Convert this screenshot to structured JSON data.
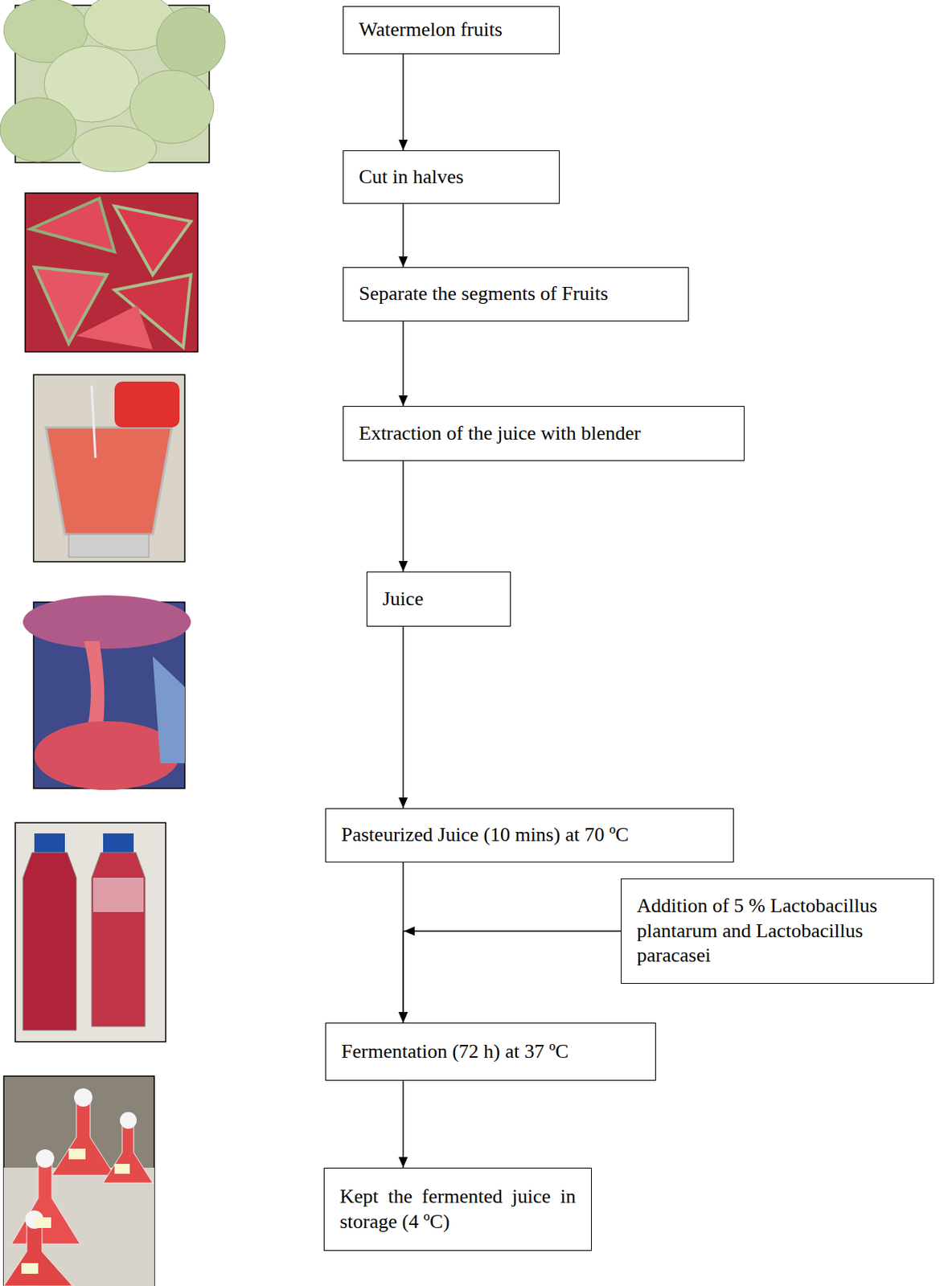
{
  "diagram": {
    "nodes": [
      {
        "text": [
          "Watermelon fruits"
        ]
      },
      {
        "text": [
          "Cut in halves"
        ]
      },
      {
        "text": [
          "Separate the segments of Fruits"
        ]
      },
      {
        "text": [
          "Extraction of the juice with blender"
        ]
      },
      {
        "text": [
          "Juice"
        ]
      },
      {
        "text": [
          "Pasteurized Juice (10 mins) at 70 ºC"
        ]
      },
      {
        "text": [
          "Addition of 5 % Lactobacillus plantarum and Lactobacillus paracasei"
        ]
      },
      {
        "text": [
          "Fermentation (72 h) at 37 ºC"
        ]
      },
      {
        "text": [
          "Kept the fermented juice in storage (4 ºC)"
        ]
      }
    ],
    "edges": [
      {
        "from": 0,
        "to": 1,
        "arrow": "to"
      },
      {
        "from": 1,
        "to": 2,
        "arrow": "to"
      },
      {
        "from": 2,
        "to": 3,
        "arrow": "to"
      },
      {
        "from": 3,
        "to": 4,
        "arrow": "to"
      },
      {
        "from": 4,
        "to": 5,
        "arrow": "to"
      },
      {
        "from": 5,
        "to": 7,
        "arrow": "to"
      },
      {
        "from": 6,
        "to": 7,
        "arrow": "to"
      },
      {
        "from": 7,
        "to": 8,
        "arrow": "to"
      }
    ]
  }
}
